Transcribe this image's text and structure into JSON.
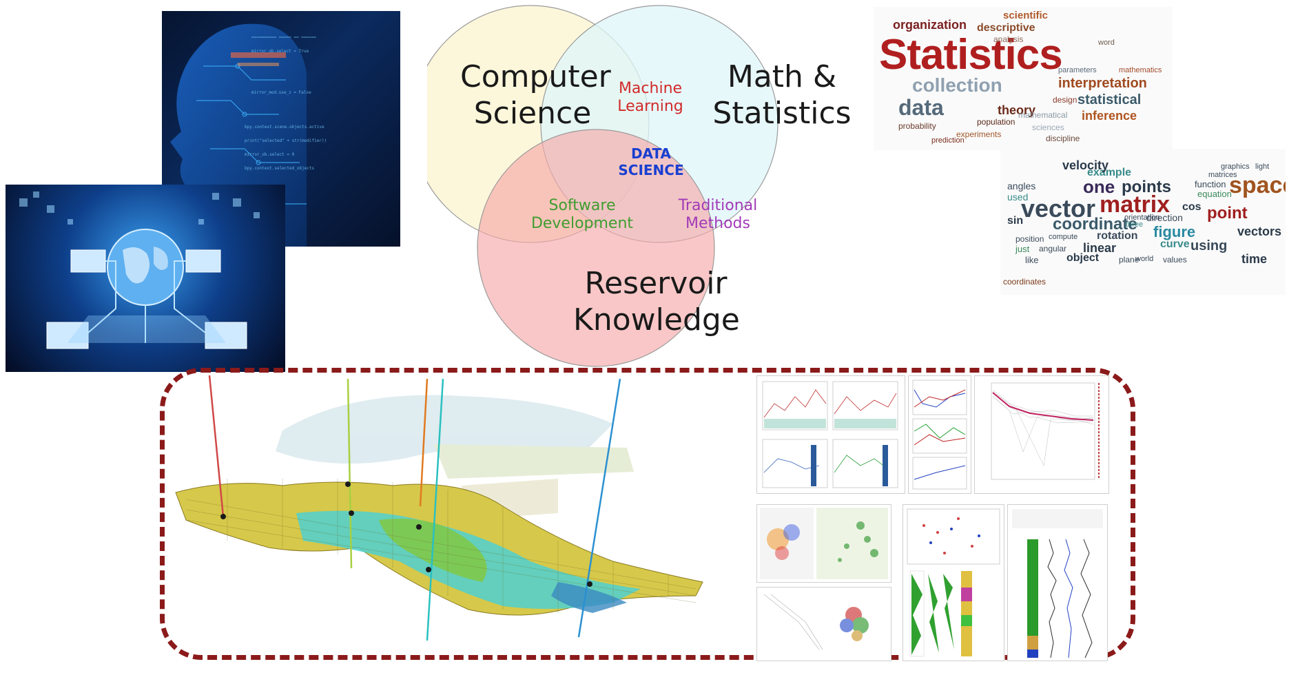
{
  "venn": {
    "computer_science": [
      "Computer",
      "Science"
    ],
    "math_statistics": [
      "Math &",
      "Statistics"
    ],
    "reservoir_knowledge": [
      "Reservoir",
      "Knowledge"
    ],
    "machine_learning": [
      "Machine",
      "Learning"
    ],
    "software_development": [
      "Software",
      "Development"
    ],
    "traditional_methods": [
      "Traditional",
      "Methods"
    ],
    "data_science": [
      "DATA",
      "SCIENCE"
    ],
    "colors": {
      "computer_science_fill": "#fbf6d5",
      "math_statistics_fill": "#dff6fa",
      "reservoir_fill": "#f6b3b3",
      "machine_learning_text": "#d12a2a",
      "software_development_text": "#3f9d2f",
      "traditional_methods_text": "#a23ab8",
      "data_science_text": "#1a3fd0"
    }
  },
  "wordcloud_statistics": {
    "words": [
      "organization",
      "descriptive",
      "scientific",
      "Statistics",
      "collection",
      "interpretation",
      "data",
      "statistical",
      "inference",
      "theory",
      "mathematical",
      "probability",
      "experiments",
      "analysis",
      "population",
      "sciences",
      "discipline",
      "design",
      "prediction",
      "mathematics",
      "parameters",
      "word"
    ]
  },
  "wordcloud_vectors": {
    "words": [
      "vector",
      "matrix",
      "space",
      "coordinate",
      "points",
      "one",
      "example",
      "figure",
      "point",
      "rotation",
      "linear",
      "direction",
      "object",
      "velocity",
      "coordinates",
      "using",
      "time",
      "vectors",
      "function",
      "equation",
      "angles",
      "used",
      "sin",
      "cos",
      "curve",
      "values",
      "position",
      "just",
      "like",
      "orientation",
      "three",
      "compute",
      "angular",
      "plane",
      "world",
      "graphics",
      "matrices",
      "light"
    ]
  },
  "images": {
    "ai_head": "digital-head-icon",
    "network_globe": "network-globe-icon",
    "reservoir_model": "reservoir-3d-model",
    "analysis_panels": "analysis-charts-collage"
  }
}
